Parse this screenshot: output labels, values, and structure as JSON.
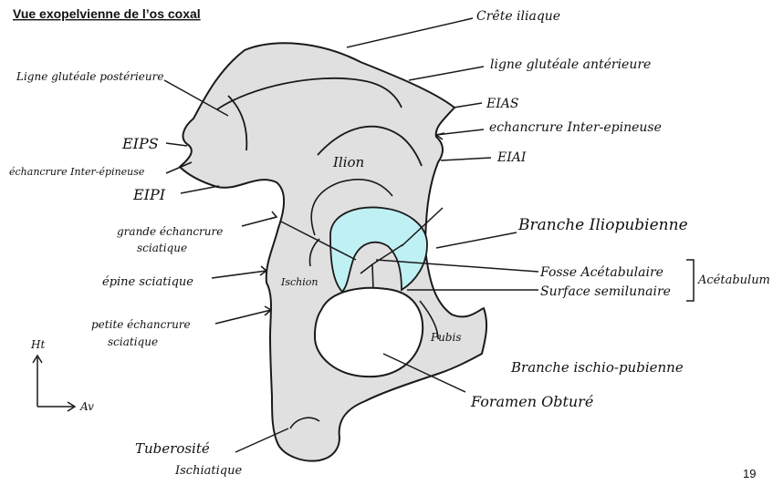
{
  "title": "Vue exopelvienne de l’os coxal",
  "page_number": "19",
  "labels": {
    "crete_iliaque": "Crête iliaque",
    "ligne_glut_ant": "ligne glutéale antérieure",
    "eias": "EIAS",
    "echancrure_ant": "echancrure Inter-epineuse",
    "eiai": "EIAI",
    "ligne_glut_post": "Ligne glutéale postérieure",
    "eips": "EIPS",
    "echancrure_post": "échancrure Inter-épineuse",
    "eipi": "EIPI",
    "ilion": "Ilion",
    "grande_echancrure_1": "grande échancrure",
    "grande_echancrure_2": "sciatique",
    "epine_sciatique": "épine sciatique",
    "ischion": "Ischion",
    "petite_echancrure_1": "petite échancrure",
    "petite_echancrure_2": "sciatique",
    "branche_iliopubienne": "Branche Iliopubienne",
    "fosse_acetabulaire": "Fosse Acétabulaire",
    "surface_semilunaire": "Surface semilunaire",
    "acetabulum": "Acétabulum",
    "pubis": "Pubis",
    "branche_ischio_pubienne": "Branche ischio-pubienne",
    "foramen_obture": "Foramen Obturé",
    "tuberosite_1": "Tuberosité",
    "tuberosite_2": "Ischiatique"
  },
  "axes": {
    "ht": "Ht",
    "av": "Av"
  },
  "colors": {
    "bone": "#e0e0e0",
    "outline": "#1a1a1a",
    "cartilage": "#bff0f4"
  }
}
